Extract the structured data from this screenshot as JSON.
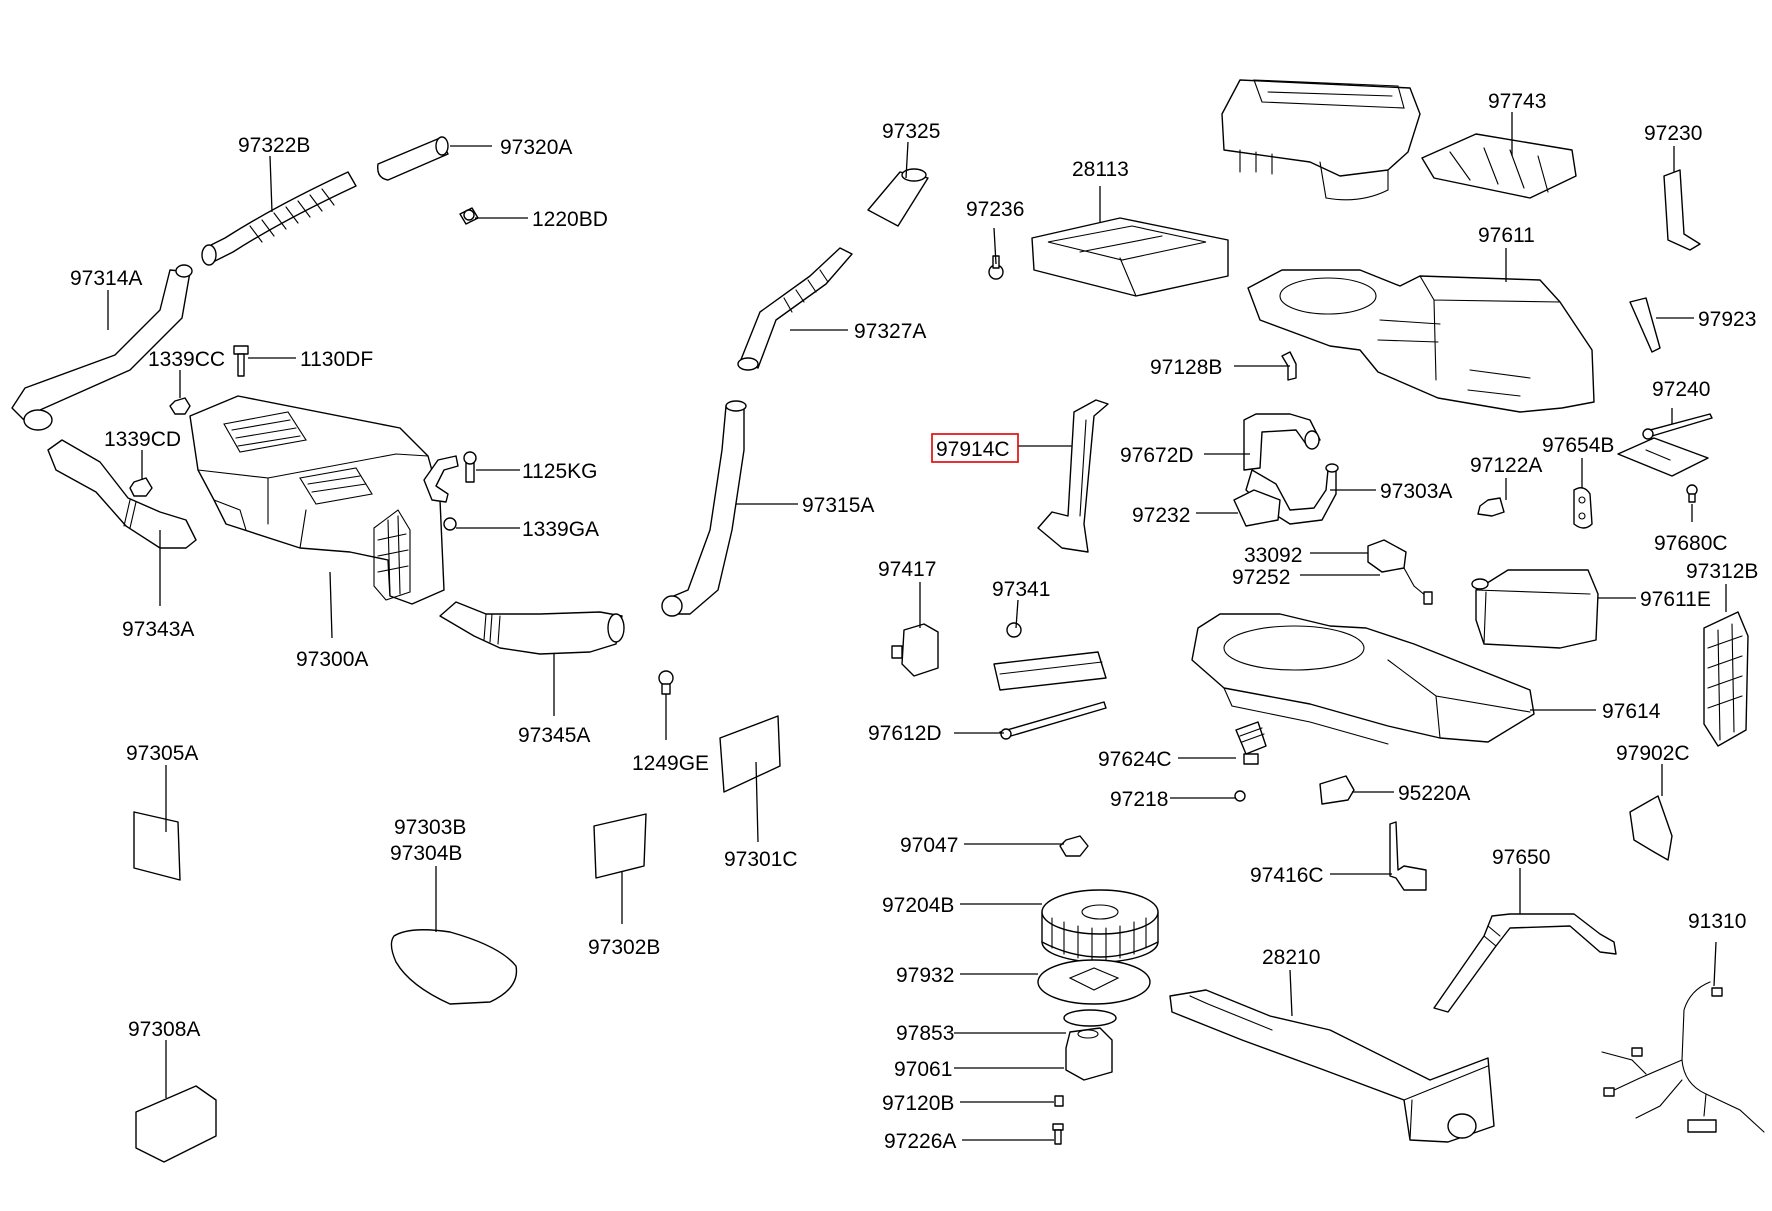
{
  "labels": {
    "p97322B": "97322B",
    "p97320A": "97320A",
    "p1220BD": "1220BD",
    "p97314A": "97314A",
    "p1339CC": "1339CC",
    "p1130DF": "1130DF",
    "p1339CD": "1339CD",
    "p1125KG": "1125KG",
    "p1339GA": "1339GA",
    "p97343A": "97343A",
    "p97300A": "97300A",
    "p97345A": "97345A",
    "p97305A": "97305A",
    "p97303B": "97303B",
    "p97304B": "97304B",
    "p97302B": "97302B",
    "p97308A": "97308A",
    "p1249GE": "1249GE",
    "p97301C": "97301C",
    "p97325": "97325",
    "p97327A": "97327A",
    "p97315A": "97315A",
    "p97236": "97236",
    "p28113": "28113",
    "p97128B": "97128B",
    "p97914C": "97914C",
    "p97417": "97417",
    "p97341": "97341",
    "p97612D": "97612D",
    "p97047": "97047",
    "p97204B": "97204B",
    "p97932": "97932",
    "p97853": "97853",
    "p97061": "97061",
    "p97120B": "97120B",
    "p97226A": "97226A",
    "p97743": "97743",
    "p97611": "97611",
    "p97230": "97230",
    "p97923": "97923",
    "p97240": "97240",
    "p97672D": "97672D",
    "p97303A": "97303A",
    "p97232": "97232",
    "p97122A": "97122A",
    "p97654B": "97654B",
    "p97680C": "97680C",
    "p33092": "33092",
    "p97252": "97252",
    "p97312B": "97312B",
    "p97611E": "97611E",
    "p97614": "97614",
    "p97624C": "97624C",
    "p97218": "97218",
    "p95220A": "95220A",
    "p97902C": "97902C",
    "p97416C": "97416C",
    "p97650": "97650",
    "p28210": "28210",
    "p91310": "91310"
  },
  "highlight": "97914C",
  "colors": {
    "highlight": "#e00000",
    "line": "#000000",
    "background": "#ffffff"
  }
}
